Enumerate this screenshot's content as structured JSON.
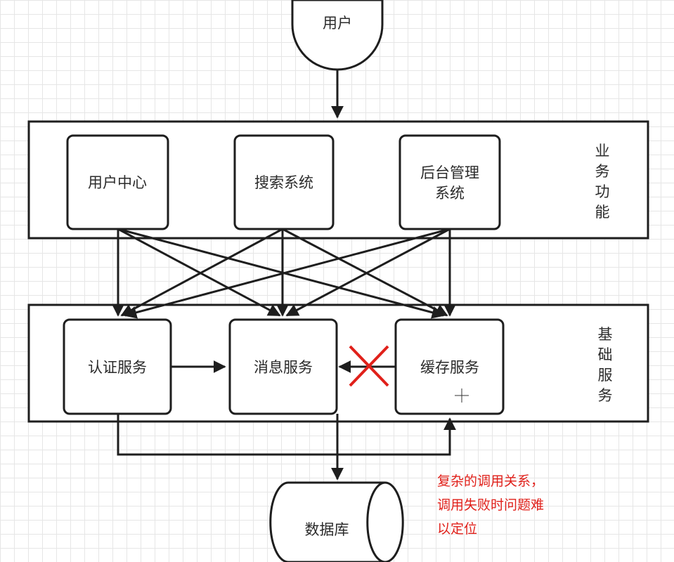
{
  "colors": {
    "stroke": "#1e1e1e",
    "text": "#2b2b2b",
    "note": "#e0201a",
    "grid": "#e6e6e6"
  },
  "nodes": {
    "user": "用户",
    "user_center": "用户中心",
    "search_system": "搜索系统",
    "admin_system": [
      "后台管理",
      "系统"
    ],
    "auth_service": "认证服务",
    "message_service": "消息服务",
    "cache_service": "缓存服务",
    "database": "数据库"
  },
  "groups": {
    "business": {
      "chars": [
        "业",
        "务",
        "功",
        "能"
      ]
    },
    "foundation": {
      "chars": [
        "基",
        "础",
        "服",
        "务"
      ]
    }
  },
  "note": {
    "lines": [
      "复杂的调用关系，",
      "调用失败时问题难",
      "以定位"
    ]
  },
  "broken_call_marker": "cross-icon"
}
